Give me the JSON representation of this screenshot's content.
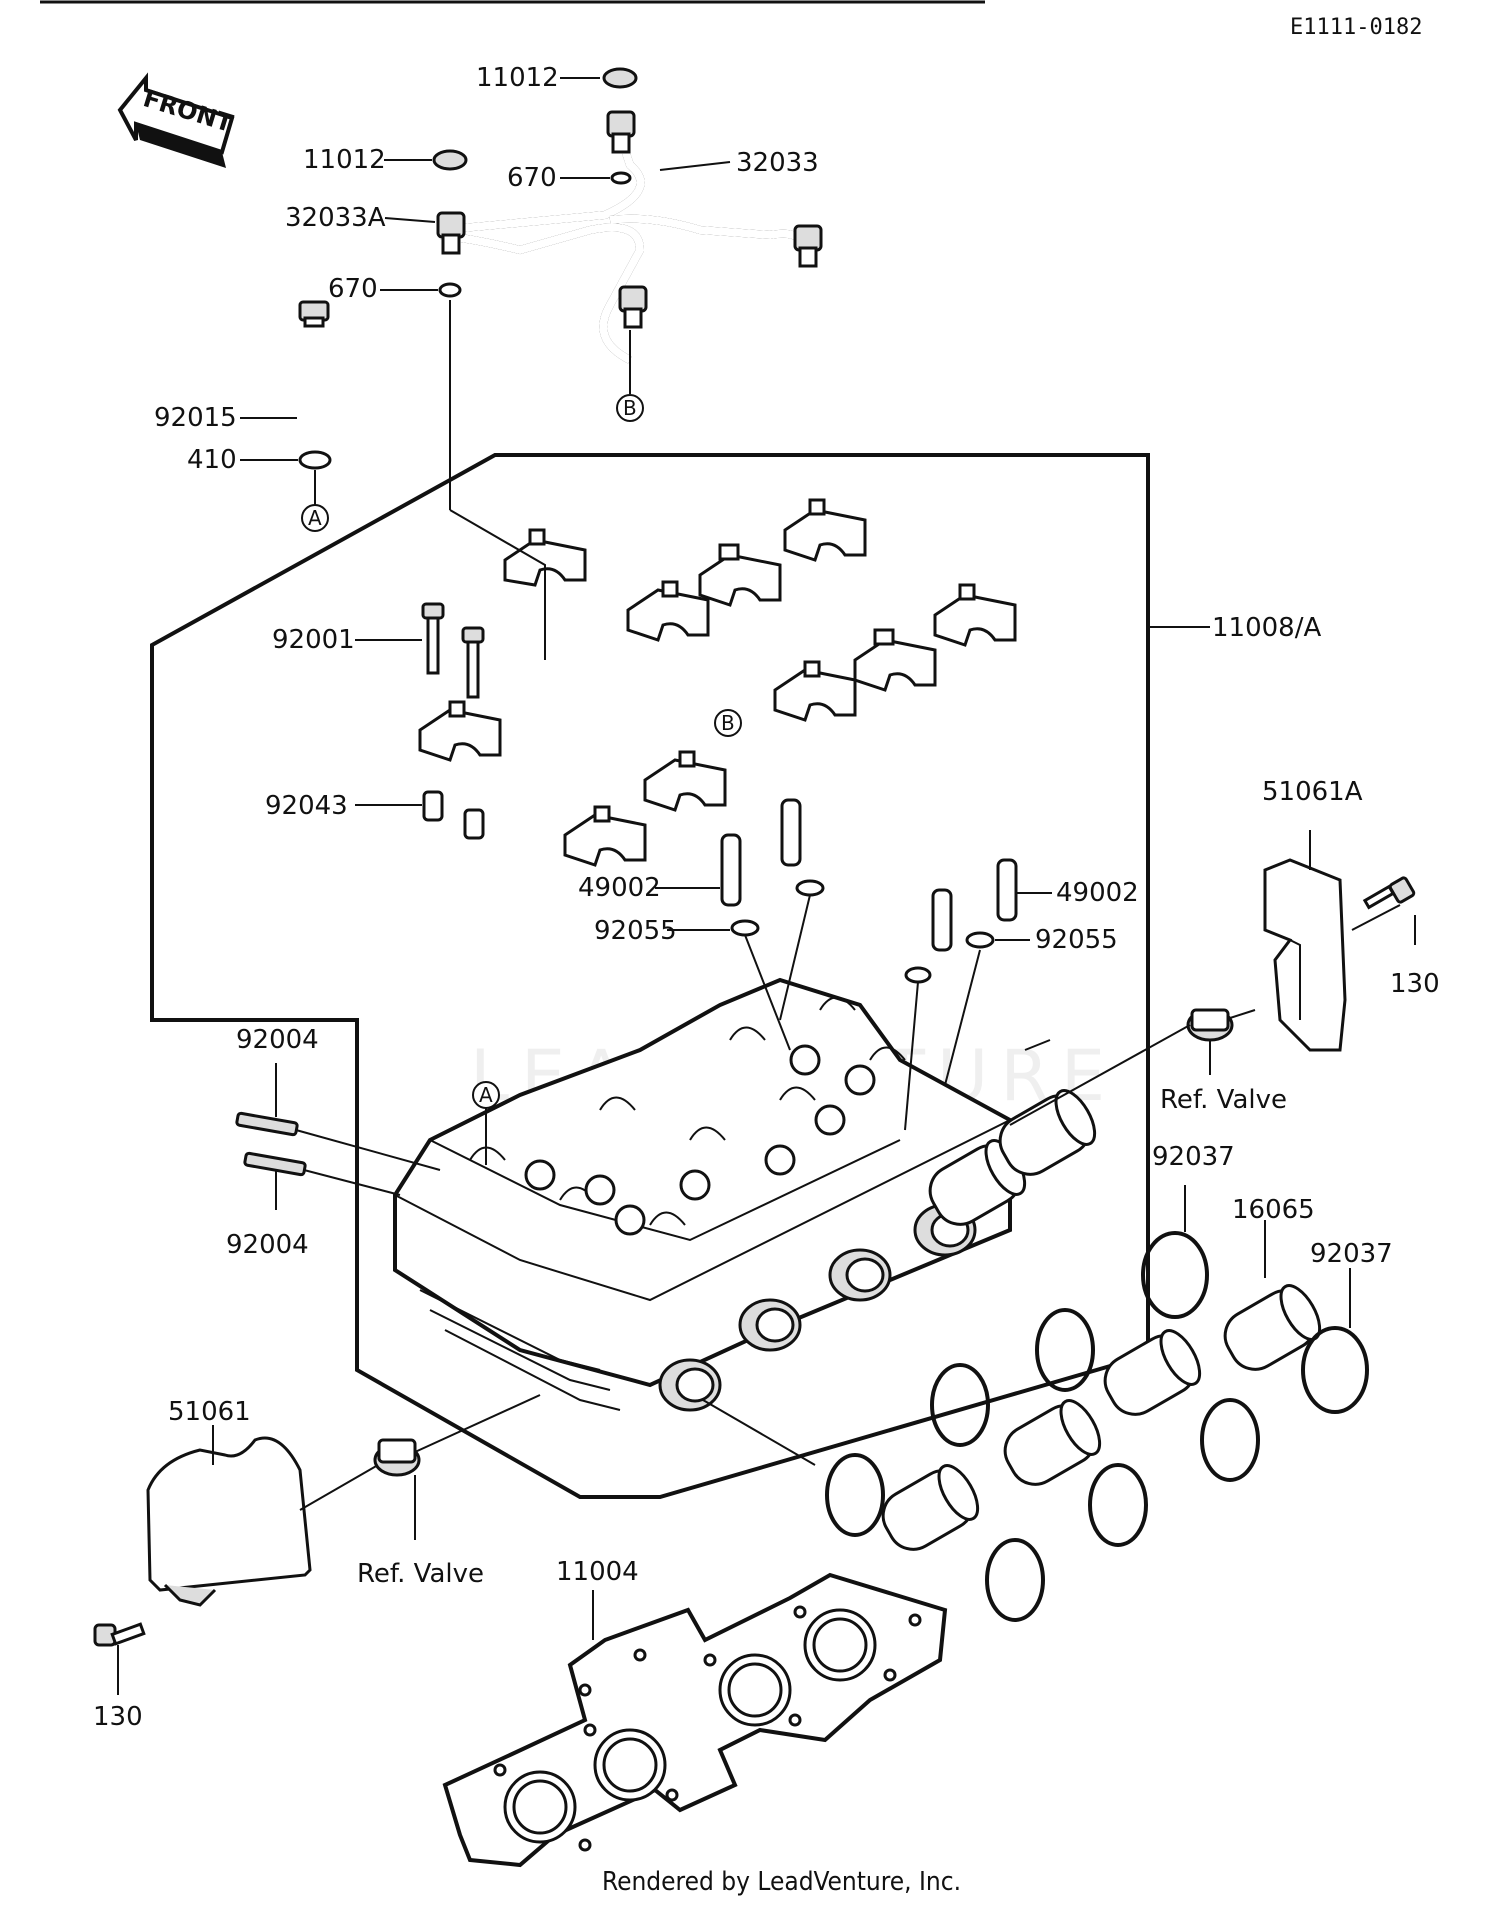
{
  "diagram_code": "E1111-0182",
  "front_label": "FRONT",
  "footer": "Rendered by LeadVenture, Inc.",
  "watermark": "LEADVENTURE",
  "labels": {
    "p11012_top": "11012",
    "p11012_left": "11012",
    "p670_top": "670",
    "p32033": "32033",
    "p32033A": "32033A",
    "p670_left": "670",
    "p92015": "92015",
    "p410": "410",
    "p11008A": "11008/A",
    "p92001": "92001",
    "p92043": "92043",
    "p49002_left": "49002",
    "p49002_right": "49002",
    "p92055_left": "92055",
    "p92055_right": "92055",
    "p51061A": "51061A",
    "p130_right": "130",
    "ref_valve_right": "Ref. Valve",
    "p92004_top": "92004",
    "p92004_bottom": "92004",
    "p92037_left": "92037",
    "p16065": "16065",
    "p92037_right": "92037",
    "p51061": "51061",
    "ref_valve_left": "Ref. Valve",
    "p11004": "11004",
    "p130_left": "130"
  },
  "markers": {
    "b_top": "B",
    "a_top": "A",
    "b_mid": "B",
    "a_mid": "A"
  }
}
